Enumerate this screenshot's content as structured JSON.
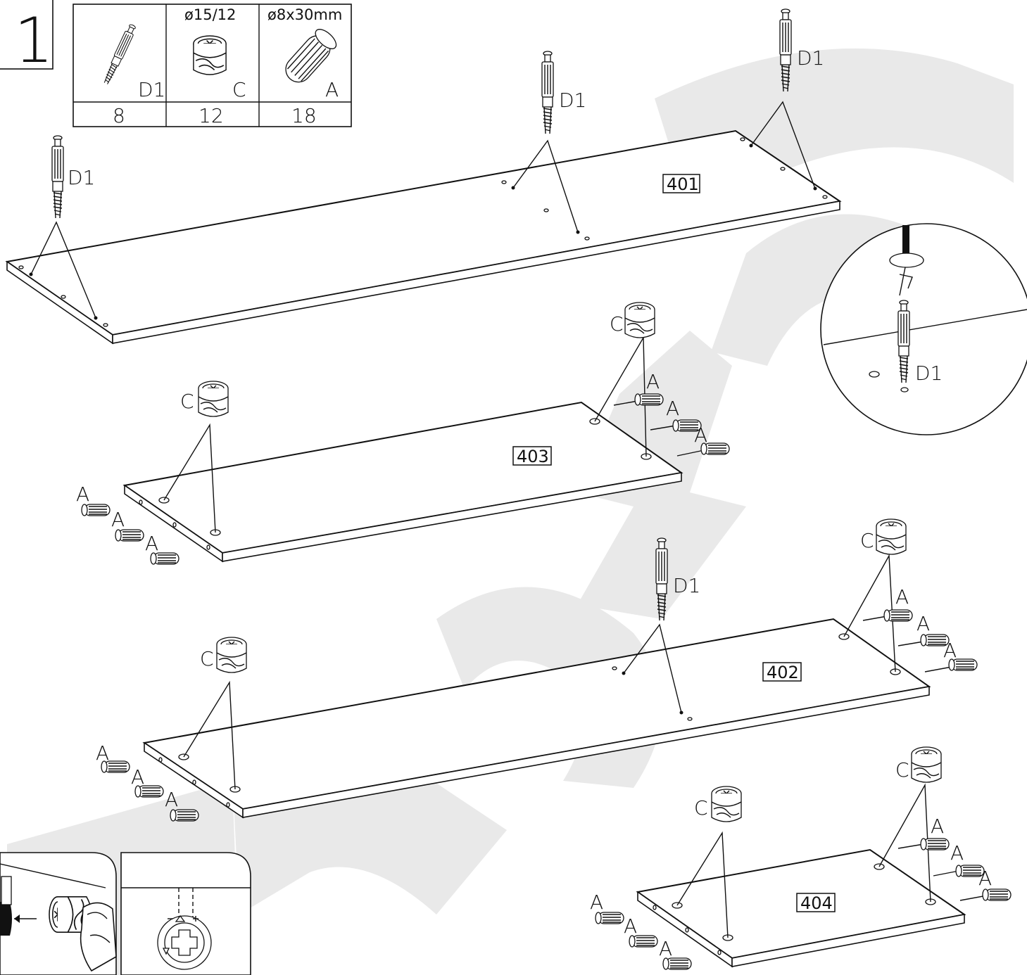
{
  "step": {
    "number": "1"
  },
  "parts_table": {
    "items": [
      {
        "code": "D1",
        "spec": "",
        "qty": "8",
        "icon": "cam-bolt-icon"
      },
      {
        "code": "C",
        "spec": "ø15/12",
        "qty": "12",
        "icon": "cam-lock-icon"
      },
      {
        "code": "A",
        "spec": "ø8x30mm",
        "qty": "18",
        "icon": "wooden-dowel-icon"
      }
    ]
  },
  "panels": {
    "top": "401",
    "shelf_short": "403",
    "shelf_long": "402",
    "bottom_small": "404"
  },
  "labels": {
    "cam_bolt": "D1",
    "cam_lock": "C",
    "dowel": "A"
  },
  "watermark": {
    "text": "sonio",
    "color": "#e9e9e9"
  },
  "colors": {
    "line": "#111111",
    "background": "#ffffff"
  }
}
